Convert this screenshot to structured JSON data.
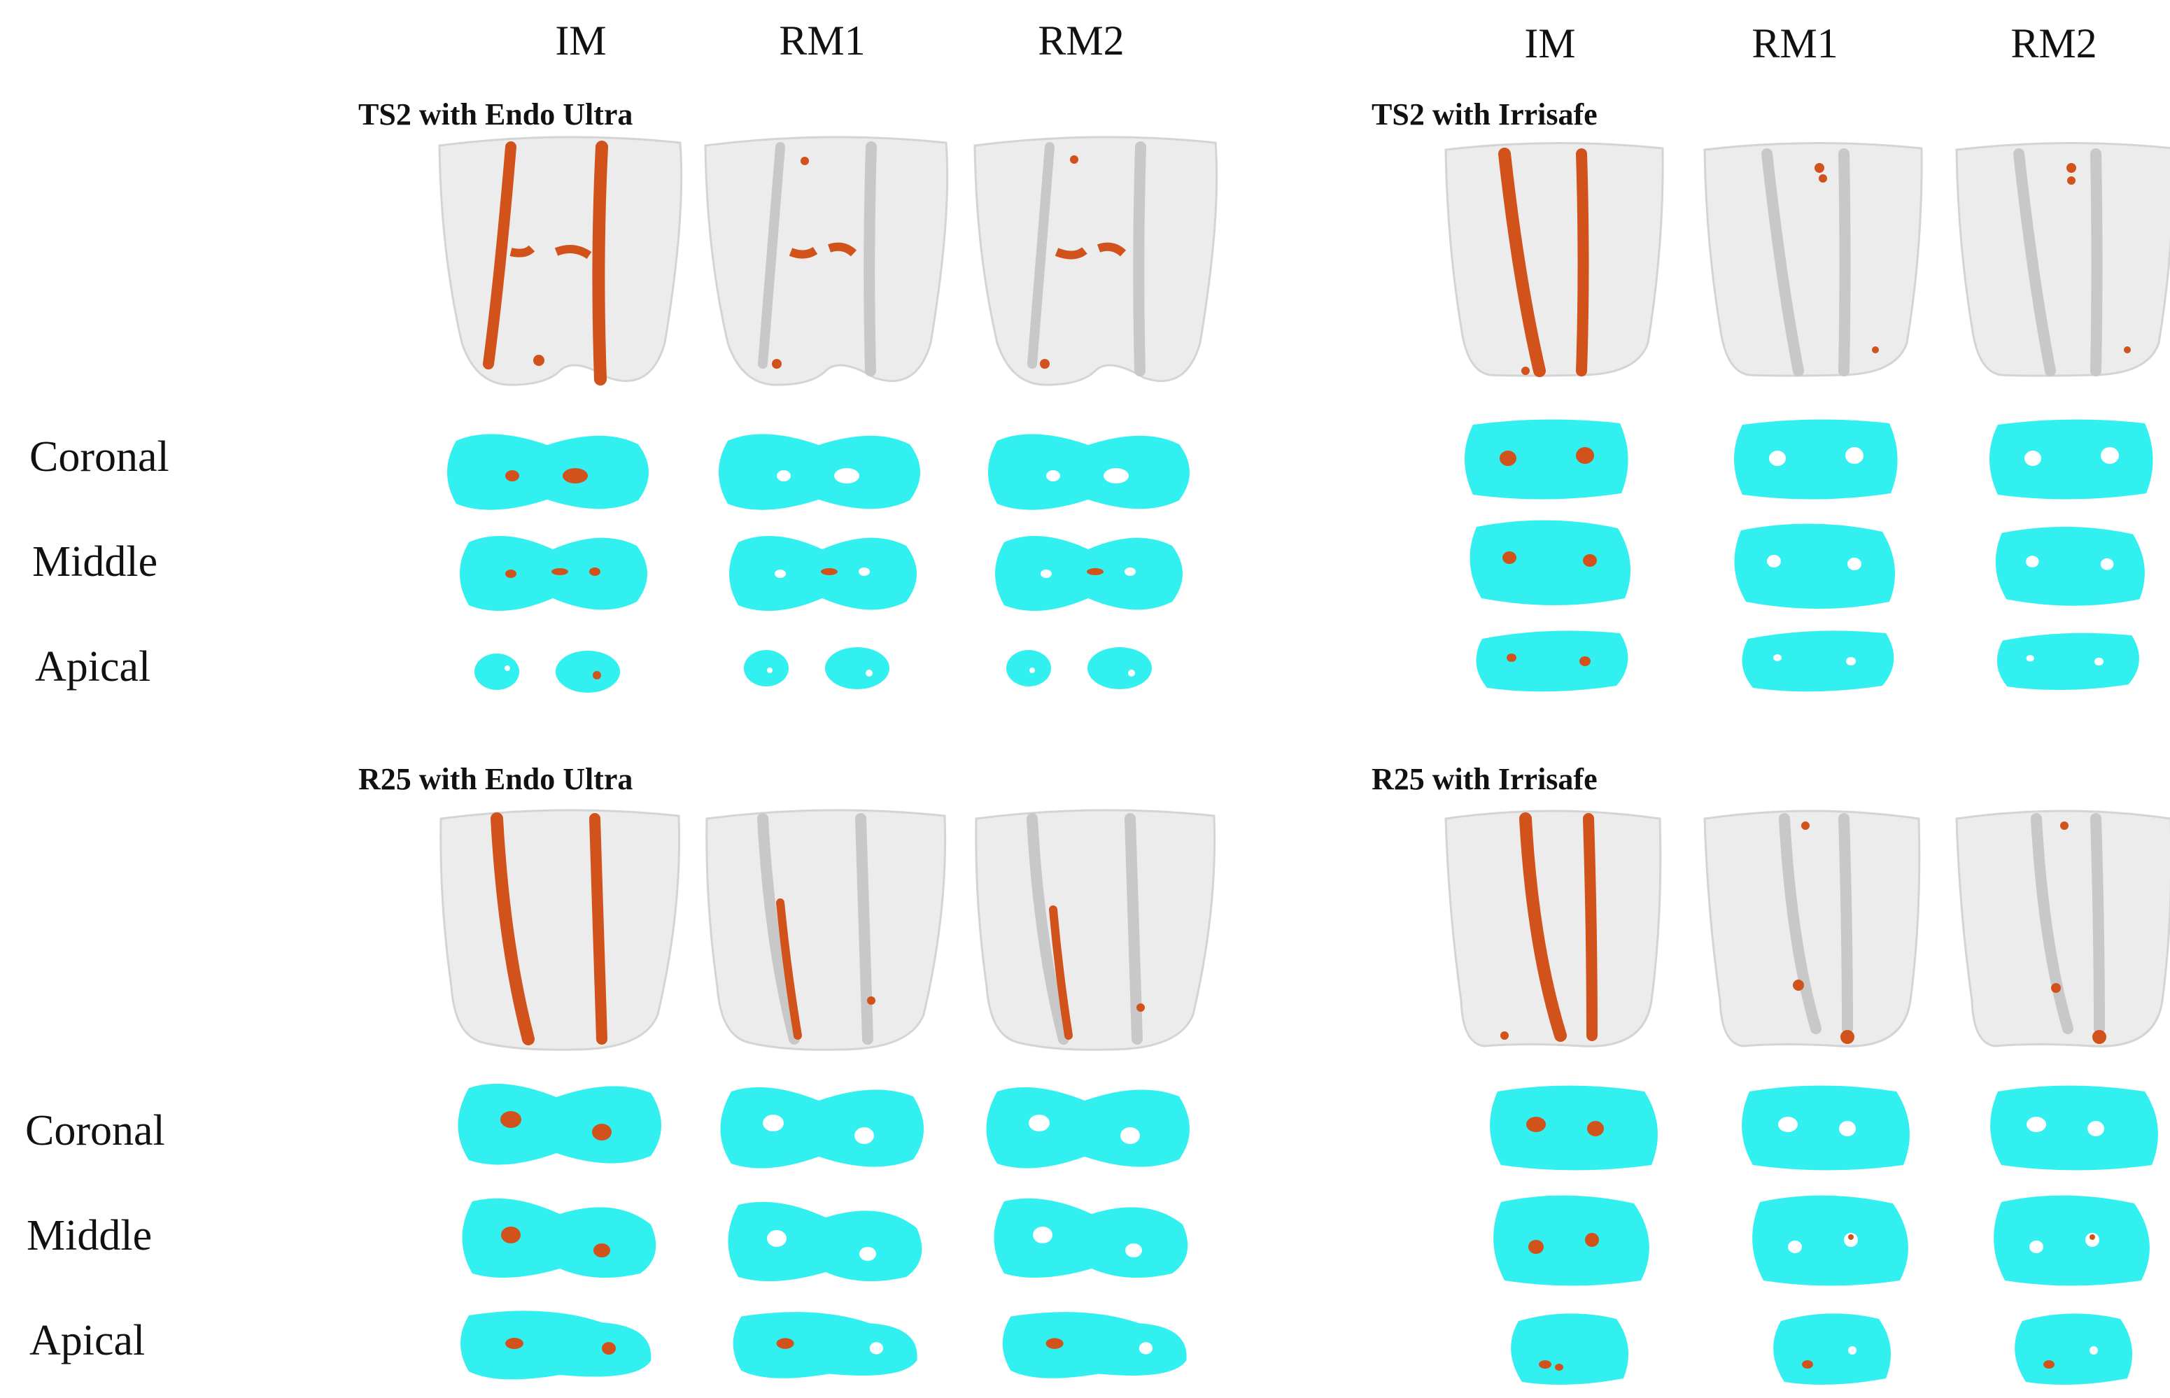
{
  "columns": [
    "IM",
    "RM1",
    "RM2"
  ],
  "rows": [
    "Coronal",
    "Middle",
    "Apical"
  ],
  "panels": [
    {
      "title": "TS2 with Endo Ultra"
    },
    {
      "title": "TS2 with Irrisafe"
    },
    {
      "title": "R25 with Endo Ultra"
    },
    {
      "title": "R25 with Irrisafe"
    }
  ],
  "colors": {
    "tooth_fill": "#ececec",
    "tooth_stroke": "#d4d4d4",
    "canal_wall": "#c8c8c8",
    "debris": "#d2521c",
    "section": "#33f0f0",
    "section_edge": "#1ab8c0",
    "lumen": "#ffffff"
  }
}
